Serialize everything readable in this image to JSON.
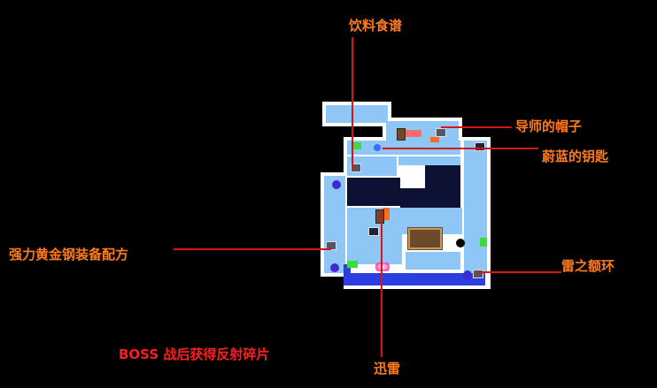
{
  "labels": {
    "drink_recipe": "饮料食谱",
    "mentor_hat": "导师的帽子",
    "azure_key": "蔚蓝的钥匙",
    "steel_recipe": "强力黄金钢装备配方",
    "thunder_ring": "雷之额环",
    "swift_thunder": "迅雷",
    "boss_note": "BOSS 战后获得反射碎片"
  },
  "colors": {
    "label_orange": "#ff7a1c",
    "label_red": "#ff1e1e",
    "pointer_line": "#d81414",
    "room_blue": "#8ec6f5",
    "wall_white": "#ffffff",
    "dark_room": "#0d1133",
    "save_room": "#ff6b6b",
    "warp_room": "#3adb3a",
    "marker_purple": "#3b2bd6"
  },
  "icons": [
    "chest-icon",
    "door-icon",
    "warp-marker",
    "save-marker",
    "boss-marker"
  ]
}
